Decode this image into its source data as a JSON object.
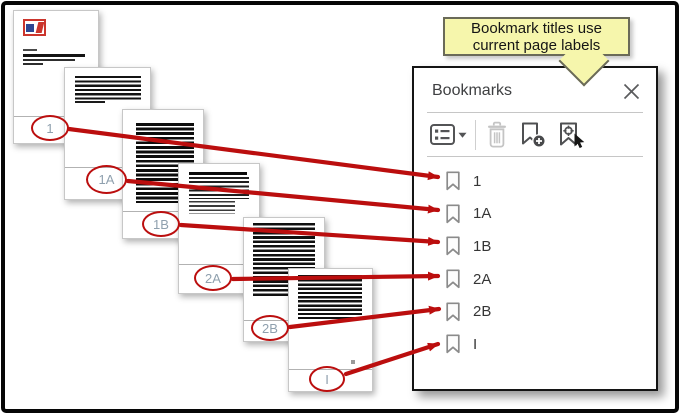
{
  "callout": {
    "line1": "Bookmark titles use",
    "line2": "current page labels"
  },
  "panel": {
    "title": "Bookmarks",
    "close_icon": "close-x-icon",
    "toolbar": {
      "options_icon": "list-options-icon",
      "options_caret_icon": "chevron-down-icon",
      "delete_icon": "trash-icon",
      "delete_enabled": false,
      "new_bookmark_icon": "bookmark-add-icon",
      "select_bookmark_icon": "bookmark-cursor-icon"
    },
    "row_icon": "bookmark-ribbon-icon",
    "bookmarks": [
      {
        "label": "1"
      },
      {
        "label": "1A"
      },
      {
        "label": "1B"
      },
      {
        "label": "2A"
      },
      {
        "label": "2B"
      },
      {
        "label": "I"
      }
    ]
  },
  "pages": [
    {
      "label": "1"
    },
    {
      "label": "1A"
    },
    {
      "label": "1B"
    },
    {
      "label": "2A"
    },
    {
      "label": "2B"
    },
    {
      "label": "I"
    }
  ],
  "connections": [
    {
      "from_page": "1",
      "to_bookmark": "1"
    },
    {
      "from_page": "1A",
      "to_bookmark": "1A"
    },
    {
      "from_page": "1B",
      "to_bookmark": "1B"
    },
    {
      "from_page": "2A",
      "to_bookmark": "2A"
    },
    {
      "from_page": "2B",
      "to_bookmark": "2B"
    },
    {
      "from_page": "I",
      "to_bookmark": "I"
    }
  ],
  "colors": {
    "arrow_red": "#bb0e0e",
    "page_label_text": "#8fa0ae",
    "callout_fill": "#f6f6ac",
    "callout_border": "#6a6a58",
    "panel_border": "#141414"
  }
}
